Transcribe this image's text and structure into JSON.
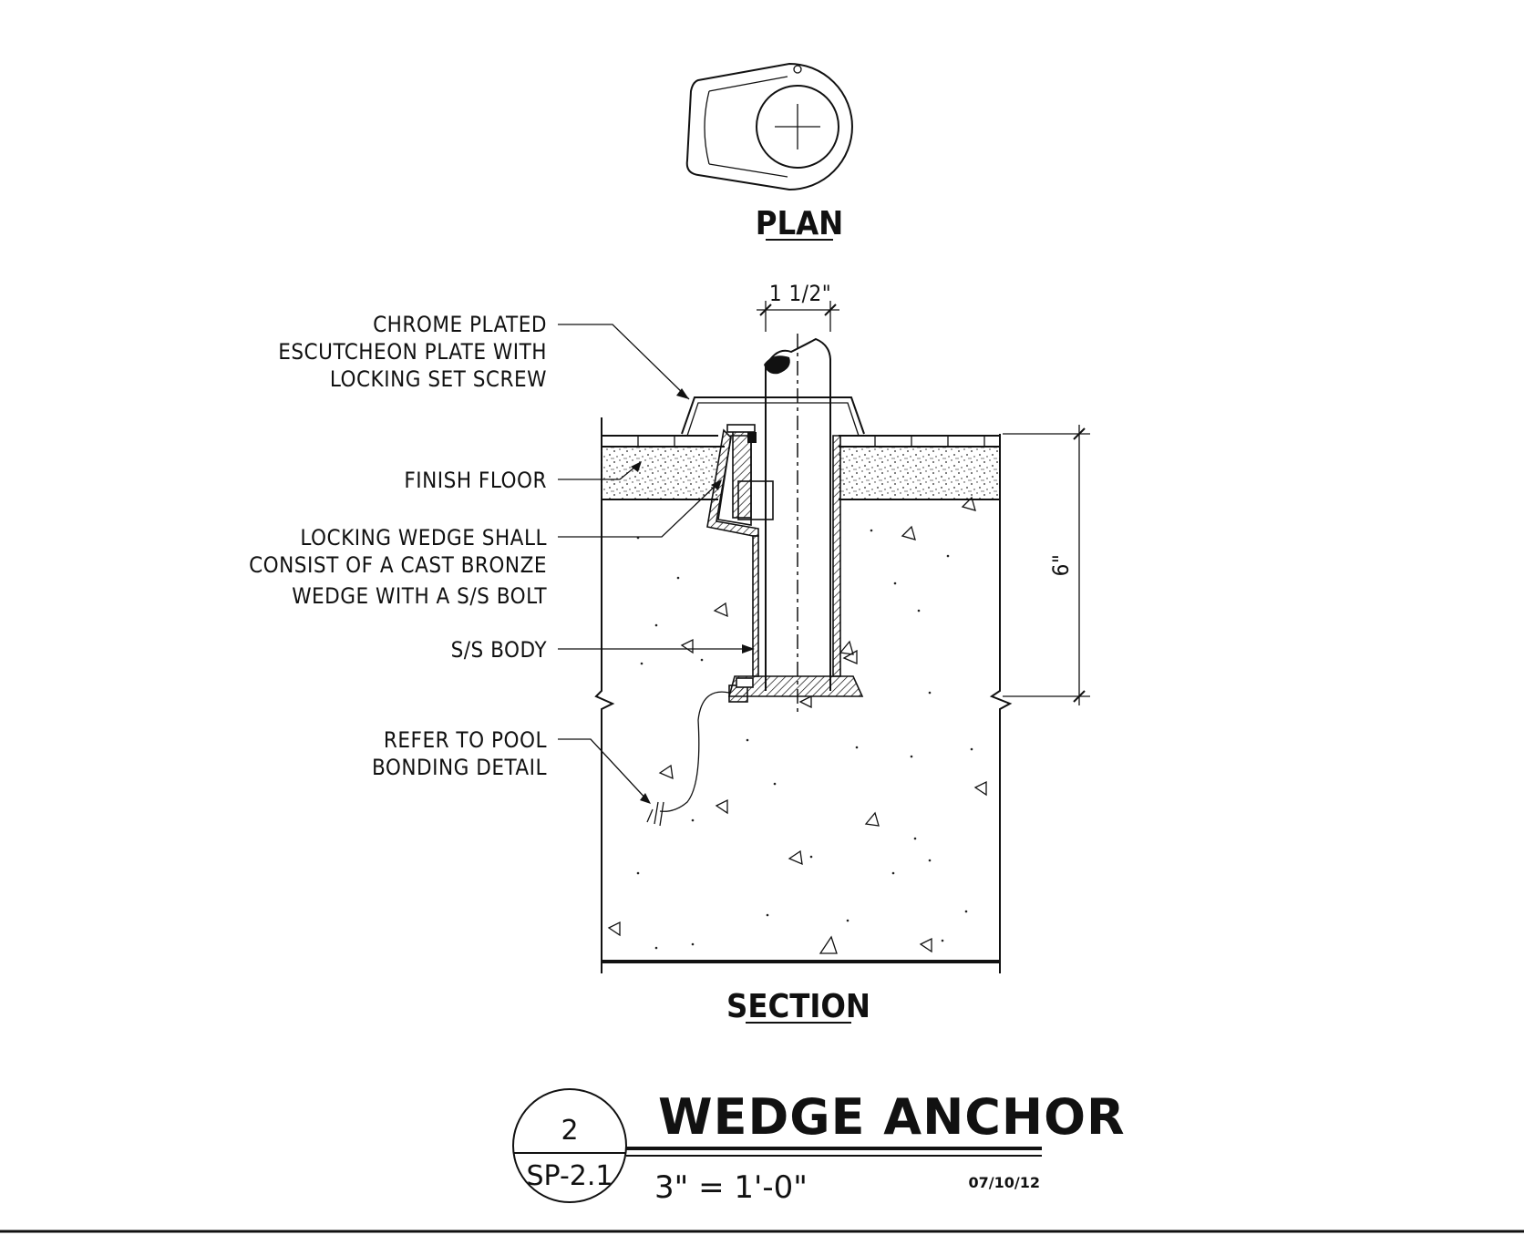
{
  "views": {
    "plan_heading": "PLAN",
    "section_heading": "SECTION"
  },
  "dimensions": {
    "width": "1 1/2\"",
    "depth": "6\""
  },
  "callouts": {
    "escutcheon": [
      "CHROME PLATED",
      "ESCUTCHEON PLATE WITH",
      "LOCKING SET SCREW"
    ],
    "finish_floor": [
      "FINISH FLOOR"
    ],
    "locking_wedge": [
      "LOCKING WEDGE SHALL",
      "CONSIST OF A CAST BRONZE",
      "WEDGE WITH A S/S BOLT"
    ],
    "body": [
      "S/S BODY"
    ],
    "bonding": [
      "REFER TO POOL",
      "BONDING DETAIL"
    ]
  },
  "title_block": {
    "detail_number": "2",
    "sheet_number": "SP-2.1",
    "title": "WEDGE ANCHOR",
    "scale": "3\" = 1'-0\"",
    "date": "07/10/12"
  }
}
